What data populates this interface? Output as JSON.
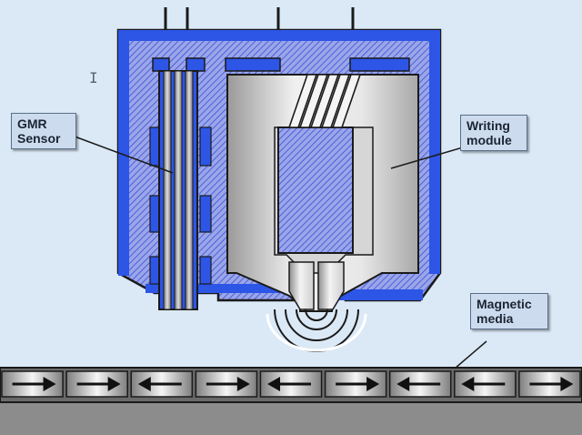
{
  "labels": {
    "gmr_sensor": [
      "GMR",
      "Sensor"
    ],
    "writing_module": [
      "Writing",
      "module"
    ],
    "magnetic_media": [
      "Magnetic",
      "media"
    ]
  },
  "media": {
    "arrow_directions": [
      "right",
      "right",
      "left",
      "right",
      "left",
      "right",
      "left",
      "left",
      "right"
    ]
  },
  "colors": {
    "background": "#dbe9f6",
    "housing_blue": "#2d55e6",
    "hatch_fill": "#9aa6e8",
    "metal_light": "#f2f2f2",
    "metal_dark": "#8f8f8f",
    "media_base": "#8c8c8c",
    "outline": "#1a1a1a"
  }
}
